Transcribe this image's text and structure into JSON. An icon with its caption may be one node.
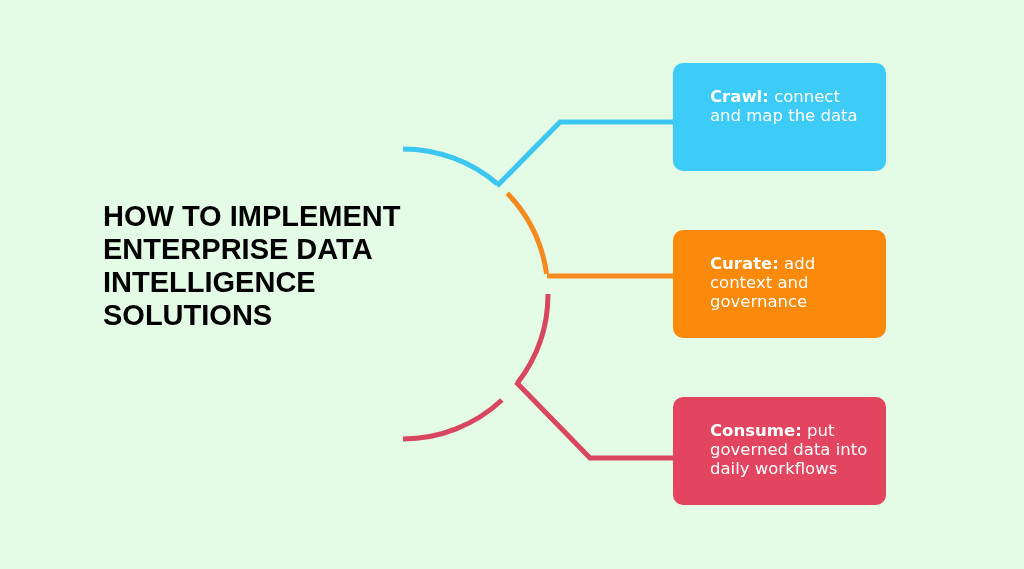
{
  "diagram": {
    "title": "HOW TO IMPLEMENT ENTERPRISE DATA INTELLIGENCE SOLUTIONS",
    "nodes": [
      {
        "text": [
          "**Crawl:** connect and map the data"
        ]
      },
      {
        "text": [
          "**Curate:** add context and governance"
        ]
      },
      {
        "text": [
          "**Consume:** put governed data into daily workflows"
        ]
      }
    ],
    "edges": [
      {
        "from": null,
        "to": 0,
        "arrow": "none",
        "color": "#3cc6f2"
      },
      {
        "from": null,
        "to": 1,
        "arrow": "none",
        "color": "#f58a1f"
      },
      {
        "from": null,
        "to": 2,
        "arrow": "none",
        "color": "#d9465f"
      }
    ]
  }
}
